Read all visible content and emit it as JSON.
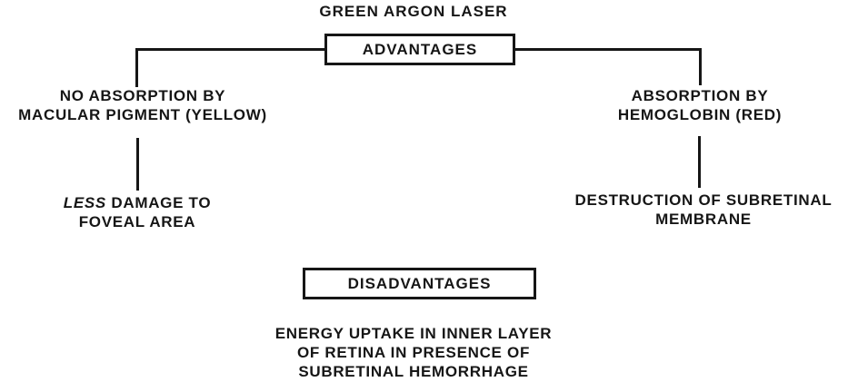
{
  "diagram": {
    "title": "GREEN ARGON LASER",
    "advantages_label": "ADVANTAGES",
    "disadvantages_label": "DISADVANTAGES",
    "left_branch": {
      "cause_line1": "NO ABSORPTION BY",
      "cause_line2": "MACULAR PIGMENT (YELLOW)",
      "effect_emphasis": "LESS",
      "effect_line1_rest": "DAMAGE TO",
      "effect_line2": "FOVEAL AREA"
    },
    "right_branch": {
      "cause_line1": "ABSORPTION BY",
      "cause_line2": "HEMOGLOBIN (RED)",
      "effect_line1": "DESTRUCTION OF SUBRETINAL",
      "effect_line2": "MEMBRANE"
    },
    "disadvantage_lines": {
      "line1": "ENERGY UPTAKE IN INNER LAYER",
      "line2": "OF RETINA IN PRESENCE OF",
      "line3": "SUBRETINAL HEMORRHAGE"
    },
    "colors": {
      "ink": "#161616",
      "background": "#ffffff"
    }
  }
}
